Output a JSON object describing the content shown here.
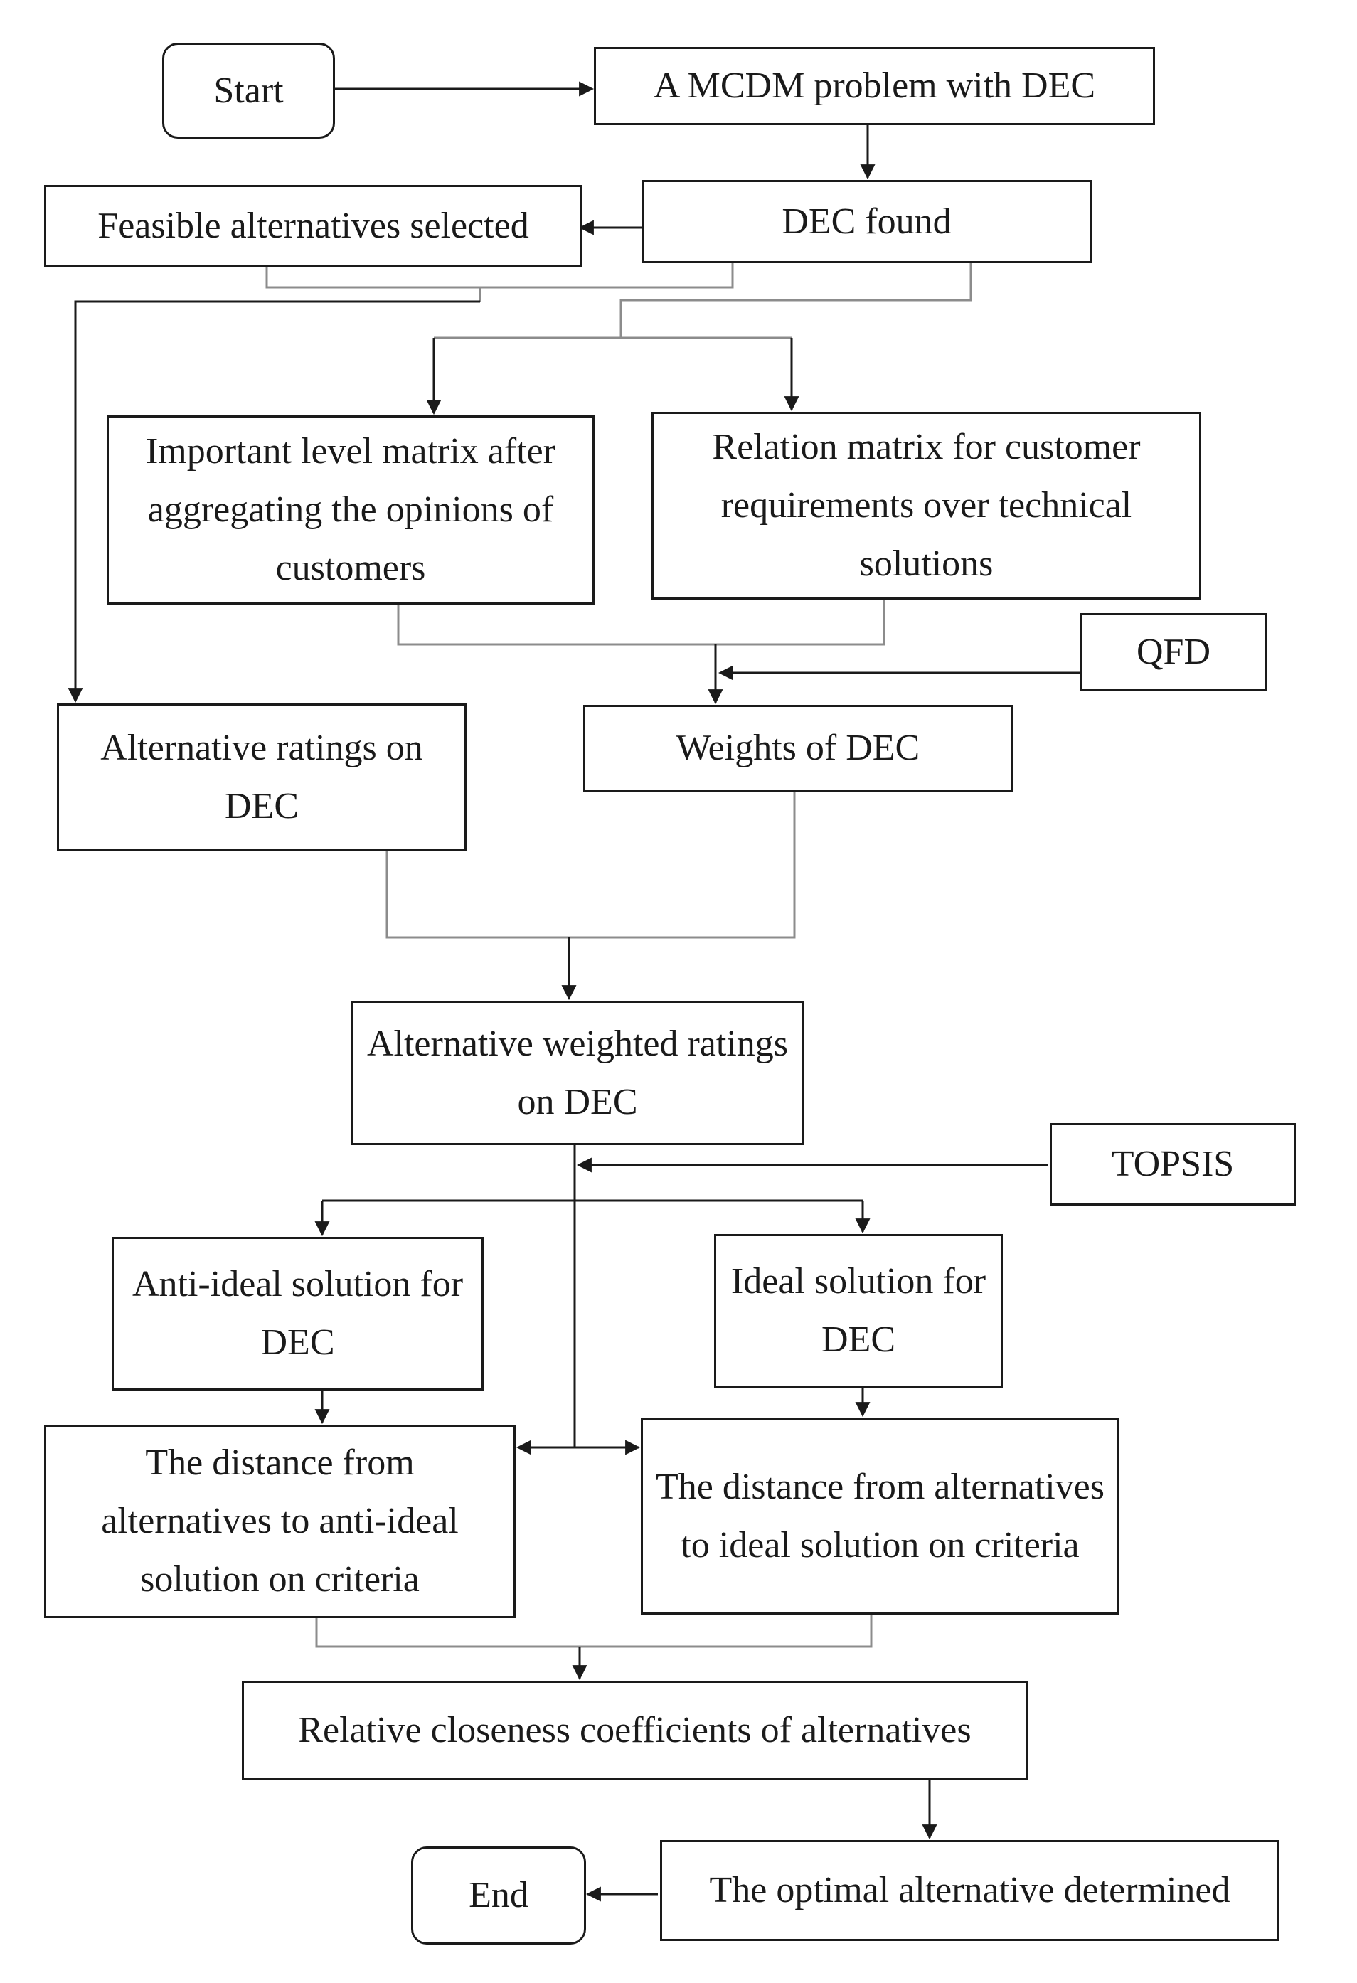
{
  "nodes": {
    "start": "Start",
    "mcdm_problem": "A MCDM problem with DEC",
    "dec_found": "DEC found",
    "feasible_alternatives": "Feasible alternatives selected",
    "important_level_matrix": "Important level matrix after aggregating the opinions of customers",
    "relation_matrix": "Relation matrix for customer requirements over technical solutions",
    "qfd": "QFD",
    "alternative_ratings": "Alternative ratings on DEC",
    "weights_of_dec": "Weights of DEC",
    "alternative_weighted_ratings": "Alternative weighted ratings on DEC",
    "topsis": "TOPSIS",
    "anti_ideal_solution": "Anti-ideal solution for DEC",
    "ideal_solution": "Ideal solution for DEC",
    "distance_anti_ideal": "The distance from alternatives to anti-ideal solution on criteria",
    "distance_ideal": "The distance from alternatives to ideal solution on criteria",
    "closeness_coefficients": "Relative closeness coefficients of alternatives",
    "optimal_alternative": "The optimal alternative determined",
    "end": "End"
  },
  "colors": {
    "line_dark": "#1a1a1a",
    "line_gray": "#8c8c8c",
    "background": "#ffffff"
  }
}
